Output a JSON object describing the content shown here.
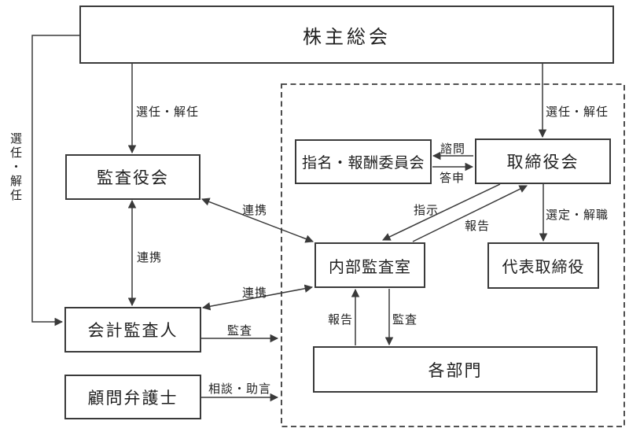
{
  "nodes": {
    "shareholders": {
      "label": "株主総会"
    },
    "audit_board": {
      "label": "監査役会"
    },
    "accounting_auditor": {
      "label": "会計監査人"
    },
    "legal_advisor": {
      "label": "顧問弁護士"
    },
    "nomination_committee": {
      "label": "指名・報酬委員会"
    },
    "board_of_directors": {
      "label": "取締役会"
    },
    "internal_audit_office": {
      "label": "内部監査室"
    },
    "representative_director": {
      "label": "代表取締役"
    },
    "departments": {
      "label": "各部門"
    }
  },
  "edges": [
    {
      "id": "shareholders-to-audit-board",
      "label": "選任・解任"
    },
    {
      "id": "shareholders-to-board-of-directors",
      "label": "選任・解任"
    },
    {
      "id": "shareholders-to-accounting-auditor",
      "label": "選任・解任"
    },
    {
      "id": "audit-board-accounting-auditor-link",
      "label": "連携"
    },
    {
      "id": "audit-board-internal-audit-link",
      "label": "連携"
    },
    {
      "id": "accounting-auditor-internal-audit-link",
      "label": "連携"
    },
    {
      "id": "board-to-committee",
      "label": "諮問"
    },
    {
      "id": "committee-to-board",
      "label": "答申"
    },
    {
      "id": "board-to-internal-audit",
      "label": "指示"
    },
    {
      "id": "internal-audit-to-board",
      "label": "報告"
    },
    {
      "id": "board-to-representative-director",
      "label": "選定・解職"
    },
    {
      "id": "departments-to-internal-audit",
      "label": "報告"
    },
    {
      "id": "internal-audit-to-departments",
      "label": "監査"
    },
    {
      "id": "accounting-auditor-audit",
      "label": "監査"
    },
    {
      "id": "legal-advisor-advice",
      "label": "相談・助言"
    }
  ],
  "colors": {
    "line": "#3a3a3a",
    "text": "#1f1f1f",
    "background": "#ffffff"
  }
}
